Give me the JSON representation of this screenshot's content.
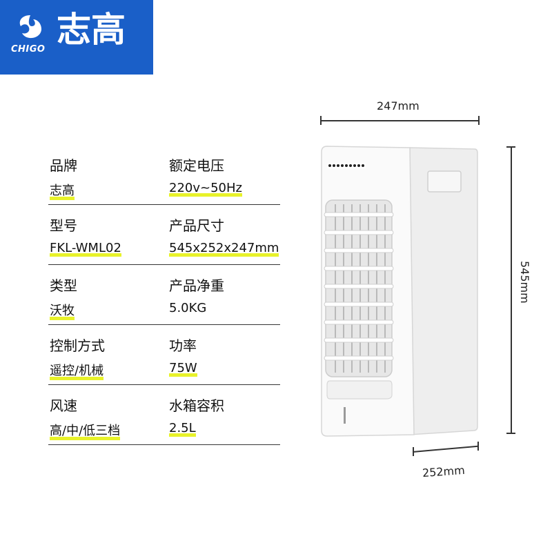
{
  "logo": {
    "brand_en": "CHIGO",
    "brand_cn": "志高",
    "color": "#1a5fc8"
  },
  "specs": [
    {
      "label_left": "品牌",
      "value_left": "志高",
      "label_right": "额定电压",
      "value_right": "220v~50Hz"
    },
    {
      "label_left": "型号",
      "value_left": "FKL-WML02",
      "label_right": "产品尺寸",
      "value_right": "545x252x247mm"
    },
    {
      "label_left": "类型",
      "value_left": "沃牧",
      "label_right": "产品净重",
      "value_right": "5.0KG"
    },
    {
      "label_left": "控制方式",
      "value_left": "遥控/机械",
      "label_right": "功率",
      "value_right": "75W"
    },
    {
      "label_left": "风速",
      "value_left": "高/中/低三档",
      "label_right": "水箱容积",
      "value_right": "2.5L"
    }
  ],
  "dimensions": {
    "width": "247mm",
    "height": "545mm",
    "depth": "252mm"
  },
  "highlight_color": "#e8f22a"
}
